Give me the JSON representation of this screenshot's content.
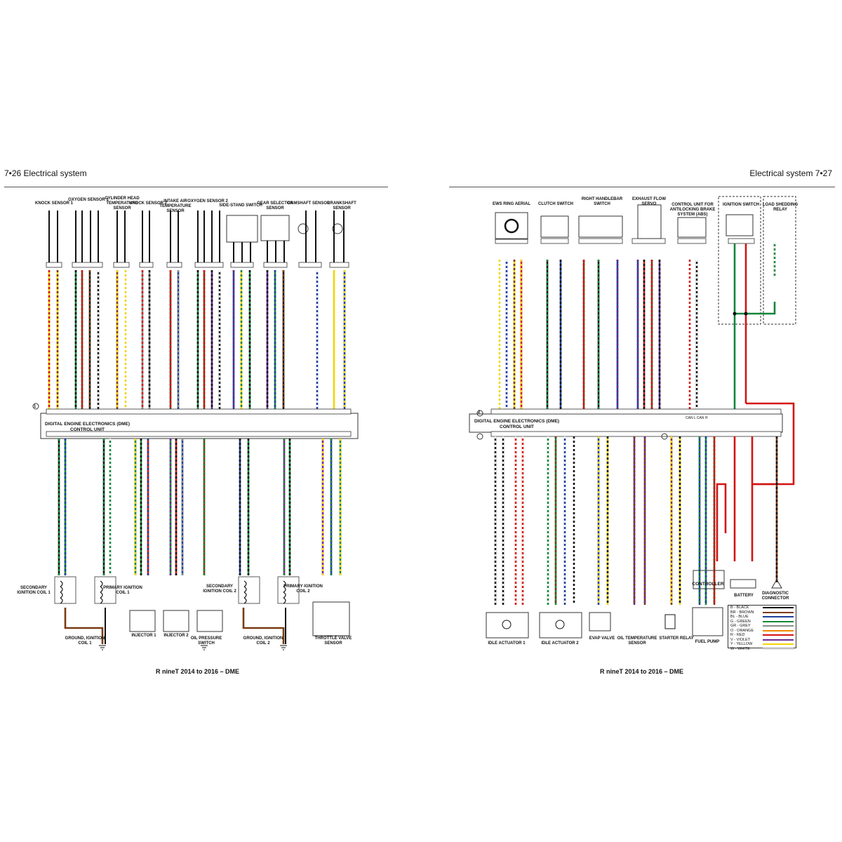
{
  "header": {
    "left": "7•26  Electrical system",
    "right": "Electrical system  7•27"
  },
  "left_page": {
    "top_components": [
      {
        "id": "knock1",
        "label": "KNOCK SENSOR 1"
      },
      {
        "id": "oxy1",
        "label": "OXYGEN SENSOR 1"
      },
      {
        "id": "cht",
        "label": "CYLINDER HEAD TEMPERATURE SENSOR"
      },
      {
        "id": "knock2",
        "label": "KNOCK SENSOR 2"
      },
      {
        "id": "iat",
        "label": "INTAKE AIR TEMPERATURE SENSOR"
      },
      {
        "id": "oxy2",
        "label": "OXYGEN SENSOR 2"
      },
      {
        "id": "side",
        "label": "SIDE-STAND SWITCH"
      },
      {
        "id": "gear",
        "label": "GEAR SELECTOR SENSOR"
      },
      {
        "id": "cam",
        "label": "CAMSHAFT SENSOR"
      },
      {
        "id": "crank",
        "label": "CRANKSHAFT SENSOR"
      }
    ],
    "control_unit": {
      "marker": "1",
      "line1": "DIGITAL ENGINE ELECTRONICS (DME)",
      "line2": "CONTROL UNIT"
    },
    "bottom_components": [
      {
        "id": "sec1",
        "label": "SECONDARY IGNITION COIL 1"
      },
      {
        "id": "prim1",
        "label": "PRIMARY IGNITION COIL 1"
      },
      {
        "id": "inj1",
        "label": "INJECTOR 1"
      },
      {
        "id": "inj2",
        "label": "INJECTOR 2"
      },
      {
        "id": "oilp",
        "label": "OIL PRESSURE SWITCH"
      },
      {
        "id": "sec2",
        "label": "SECONDARY IGNITION COIL 2"
      },
      {
        "id": "prim2",
        "label": "PRIMARY IGNITION COIL 2"
      },
      {
        "id": "thr",
        "label": "THROTTLE VALVE SENSOR"
      },
      {
        "id": "gnd1",
        "label": "GROUND, IGNITION COIL 1"
      },
      {
        "id": "gnd2",
        "label": "GROUND, IGNITION COIL 2"
      }
    ],
    "caption": "R nineT 2014 to 2016 – DME"
  },
  "right_page": {
    "top_components": [
      {
        "id": "ews",
        "label": "EWS RING AERIAL"
      },
      {
        "id": "clutch",
        "label": "CLUTCH SWITCH"
      },
      {
        "id": "rhs",
        "label": "RIGHT HANDLEBAR SWITCH"
      },
      {
        "id": "exh",
        "label": "EXHAUST FLOW SERVO"
      },
      {
        "id": "abs",
        "label": "CONTROL UNIT FOR ANTILOCKING BRAKE SYSTEM (ABS)"
      },
      {
        "id": "ign",
        "label": "IGNITION SWITCH"
      },
      {
        "id": "lsr",
        "label": "LOAD SHEDDING RELAY"
      }
    ],
    "control_unit": {
      "marker": "2",
      "line1": "DIGITAL ENGINE ELECTRONICS (DME)",
      "line2": "CONTROL UNIT",
      "can": "CAN L  CAN H"
    },
    "bottom_components": [
      {
        "id": "idle1",
        "label": "IDLE ACTUATOR 1"
      },
      {
        "id": "idle2",
        "label": "IDLE ACTUATOR 2"
      },
      {
        "id": "evap",
        "label": "EVAP VALVE"
      },
      {
        "id": "oilt",
        "label": "OIL TEMPERATURE SENSOR"
      },
      {
        "id": "starter",
        "label": "STARTER RELAY"
      },
      {
        "id": "fuel",
        "label": "FUEL PUMP"
      },
      {
        "id": "ctrl",
        "label": "CONTROLLER"
      },
      {
        "id": "batt",
        "label": "BATTERY"
      },
      {
        "id": "diag",
        "label": "DIAGNOSTIC CONNECTOR"
      }
    ],
    "legend": [
      {
        "code": "B - BLACK",
        "color": "#111111"
      },
      {
        "code": "BR - BROWN",
        "color": "#7a3b12"
      },
      {
        "code": "BL - BLUE",
        "color": "#1d3f9a"
      },
      {
        "code": "G - GREEN",
        "color": "#15853a"
      },
      {
        "code": "GR - GREY",
        "color": "#8c8c8c"
      },
      {
        "code": "O - ORANGE",
        "color": "#f08a00"
      },
      {
        "code": "R - RED",
        "color": "#d21414"
      },
      {
        "code": "V - VIOLET",
        "color": "#6c2b8f"
      },
      {
        "code": "Y - YELLOW",
        "color": "#f2d40a"
      },
      {
        "code": "W - WHITE",
        "color": "#dddddd"
      }
    ],
    "caption": "R nineT 2014 to 2016 – DME"
  }
}
